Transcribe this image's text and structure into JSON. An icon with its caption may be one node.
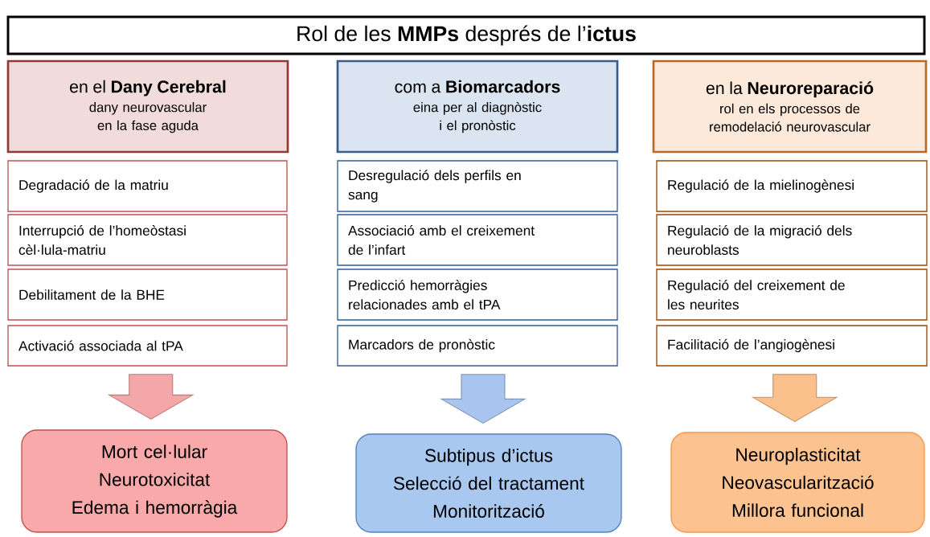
{
  "diagram": {
    "title": "Rol de les **MMPs** després de l’**ictus**",
    "nodes": [
      {
        "text": [
          "en el **Dany Cerebral**",
          "dany neurovascular en la fase aguda"
        ]
      },
      {
        "text": [
          "Degradació de la matriu"
        ]
      },
      {
        "text": [
          "Interrupció de l’homeòstasi cèl·lula-matriu"
        ]
      },
      {
        "text": [
          "Debilitament de la BHE"
        ]
      },
      {
        "text": [
          "Activació associada al tPA"
        ]
      },
      {
        "text": [
          "Mort cel·lular",
          "Neurotoxicitat",
          "Edema i hemorràgia"
        ]
      },
      {
        "text": [
          "com a **Biomarcadors**",
          "eina per al diagnòstic i el pronòstic"
        ]
      },
      {
        "text": [
          "Desregulació dels perfils en sang"
        ]
      },
      {
        "text": [
          "Associació amb el creixement de l’infart"
        ]
      },
      {
        "text": [
          "Predicció hemorràgies relacionades amb el tPA"
        ]
      },
      {
        "text": [
          "Marcadors de pronòstic"
        ]
      },
      {
        "text": [
          "Subtipus d’ictus",
          "Selecció del tractament",
          "Monitorització"
        ]
      },
      {
        "text": [
          "en la **Neuroreparació**",
          "rol en els processos de remodelació neurovascular"
        ]
      },
      {
        "text": [
          "Regulació de la mielinogènesi"
        ]
      },
      {
        "text": [
          "Regulació de la migració dels neuroblasts"
        ]
      },
      {
        "text": [
          "Regulació del creixement de les neurites"
        ]
      },
      {
        "text": [
          "Facilitació de l’angiogènesi"
        ]
      },
      {
        "text": [
          "Neuroplasticitat",
          "Neovascularització",
          "Millora funcional"
        ]
      }
    ],
    "edges": [
      {
        "from": 4,
        "to": 5,
        "arrow": "to",
        "color": "#f4a7a7"
      },
      {
        "from": 10,
        "to": 11,
        "arrow": "to",
        "color": "#a7c5ef"
      },
      {
        "from": 16,
        "to": 17,
        "arrow": "to",
        "color": "#fbc08c"
      }
    ]
  }
}
